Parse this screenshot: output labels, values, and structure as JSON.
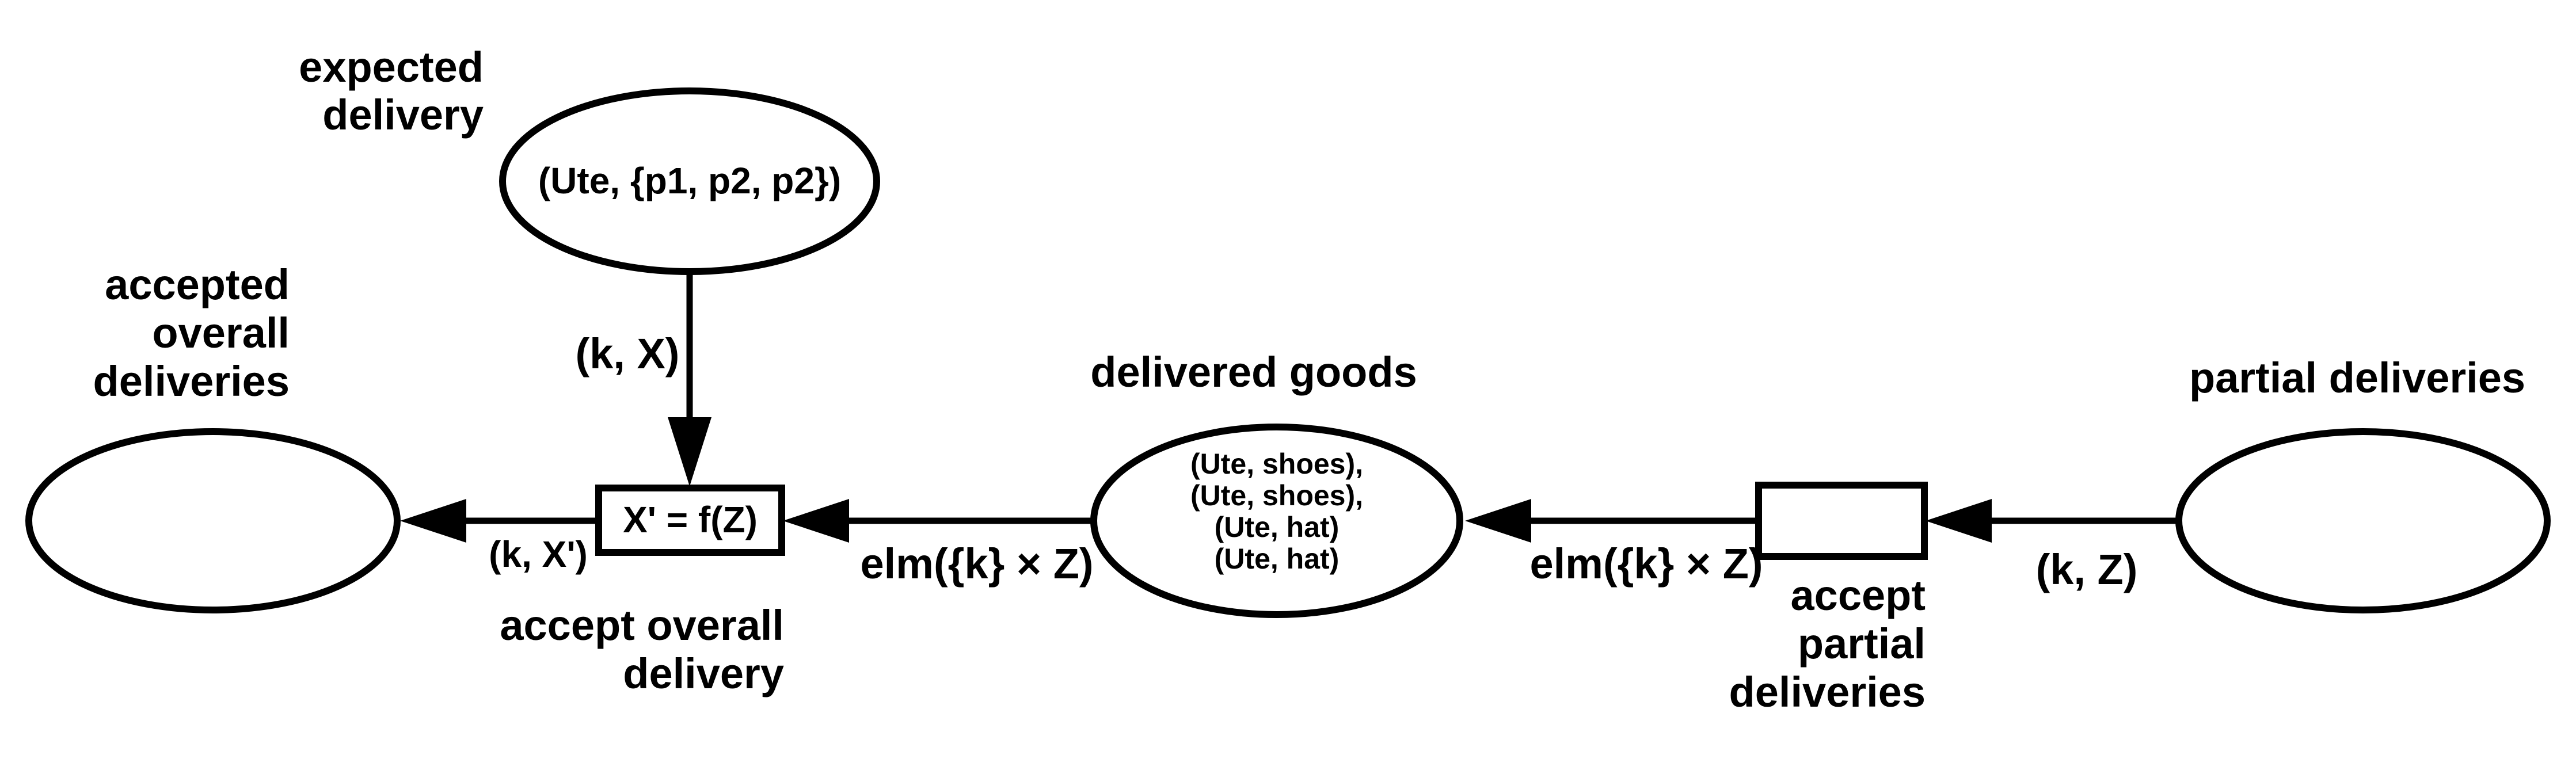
{
  "places": {
    "expected_delivery": {
      "label_lines": [
        "expected",
        "delivery"
      ],
      "tokens": [
        "(Ute, {p1, p2, p2})"
      ]
    },
    "accepted_overall_deliveries": {
      "label_lines": [
        "accepted",
        "overall",
        "deliveries"
      ],
      "tokens": []
    },
    "delivered_goods": {
      "label_lines": [
        "delivered goods"
      ],
      "tokens": [
        "(Ute, shoes),",
        "(Ute, shoes),",
        "(Ute, hat)",
        "(Ute, hat)"
      ]
    },
    "partial_deliveries": {
      "label_lines": [
        "partial deliveries"
      ],
      "tokens": []
    }
  },
  "transitions": {
    "accept_overall_delivery": {
      "label_lines": [
        "accept overall",
        "delivery"
      ],
      "inscription": "X' = f(Z)"
    },
    "accept_partial_deliveries": {
      "label_lines": [
        "accept",
        "partial",
        "deliveries"
      ],
      "inscription": ""
    }
  },
  "arcs": {
    "expected_to_accept_overall": "(k, X)",
    "accept_overall_to_accepted": "(k, X')",
    "delivered_to_accept_overall": "elm({k} × Z)",
    "accept_partial_to_delivered": "elm({k} × Z)",
    "partial_to_accept_partial": "(k, Z)"
  }
}
